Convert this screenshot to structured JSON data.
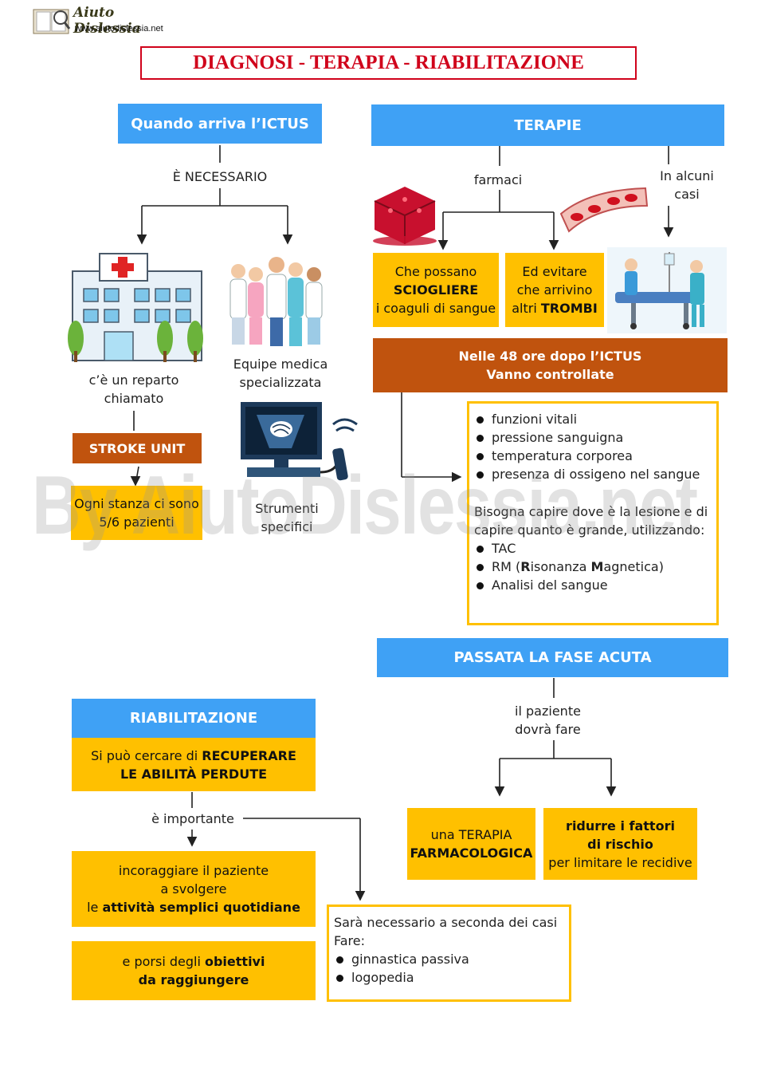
{
  "logo": {
    "name": "Aiuto Dislessia",
    "url": "www.aiutodislessia.net"
  },
  "title": "DIAGNOSI - TERAPIA - RIABILITAZIONE",
  "left": {
    "header": "Quando arriva l’ICTUS",
    "necessario": "È NECESSARIO",
    "reparto_line1": "c’è un reparto",
    "reparto_line2": "chiamato",
    "stroke_unit": "STROKE UNIT",
    "stanza_line1": "Ogni stanza ci sono",
    "stanza_line2": "5/6 pazienti",
    "equipe_line1": "Equipe medica",
    "equipe_line2": "specializzata",
    "strumenti_line1": "Strumenti",
    "strumenti_line2": "specifici"
  },
  "right": {
    "header": "TERAPIE",
    "farmaci": "farmaci",
    "alcuni_line1": "In alcuni",
    "alcuni_line2": "casi",
    "sciogliere_line1": "Che possano",
    "sciogliere_line2": "SCIOGLIERE",
    "sciogliere_line3": "i coaguli di sangue",
    "trombi_line1": "Ed evitare",
    "trombi_line2": "che arrivino",
    "trombi_line3a": "altri ",
    "trombi_line3b": "TROMBI",
    "ore_line1": "Nelle 48 ore dopo l’ICTUS",
    "ore_line2": "Vanno controllate",
    "controlli": [
      "funzioni vitali",
      "pressione sanguigna",
      "temperatura corporea",
      "presenza di ossigeno nel sangue"
    ],
    "lesione_line1": "Bisogna capire dove è la lesione e di",
    "lesione_line2": "capire quanto è grande, utilizzando:",
    "esami_tac": "TAC",
    "esami_rm_pre": "RM (",
    "esami_rm_r": "R",
    "esami_rm_mid": "isonanza ",
    "esami_rm_m": "M",
    "esami_rm_post": "agnetica)",
    "esami_sangue": "Analisi del sangue"
  },
  "acuta": {
    "header": "PASSATA LA FASE ACUTA",
    "paziente_line1": "il paziente",
    "paziente_line2": "dovrà fare",
    "terapia_line1": "una TERAPIA",
    "terapia_line2": "FARMACOLOGICA",
    "ridurre_line1": "ridurre i fattori",
    "ridurre_line2": "di rischio",
    "ridurre_line3": "per limitare le recidive"
  },
  "riab": {
    "header": "RIABILITAZIONE",
    "recuperare_pre": "Si può cercare di ",
    "recuperare_b": "RECUPERARE",
    "recuperare_line2": "LE ABILITÀ PERDUTE",
    "importante": "è importante",
    "incoraggiare_line1": "incoraggiare il paziente",
    "incoraggiare_line2": "a svolgere",
    "incoraggiare_line3a": "le ",
    "incoraggiare_line3b": "attività semplici quotidiane",
    "obiettivi_line1a": "e porsi degli ",
    "obiettivi_line1b": "obiettivi",
    "obiettivi_line2": "da raggiungere",
    "necessario_line1": "Sarà necessario a seconda dei casi",
    "necessario_line2": "Fare:",
    "attivita": [
      "ginnastica passiva",
      "logopedia"
    ]
  },
  "watermark": "By AiutoDislessia.net",
  "colors": {
    "blue": "#3fa1f5",
    "rust": "#c0530e",
    "yellow": "#ffc000",
    "title_red": "#d0021b"
  }
}
